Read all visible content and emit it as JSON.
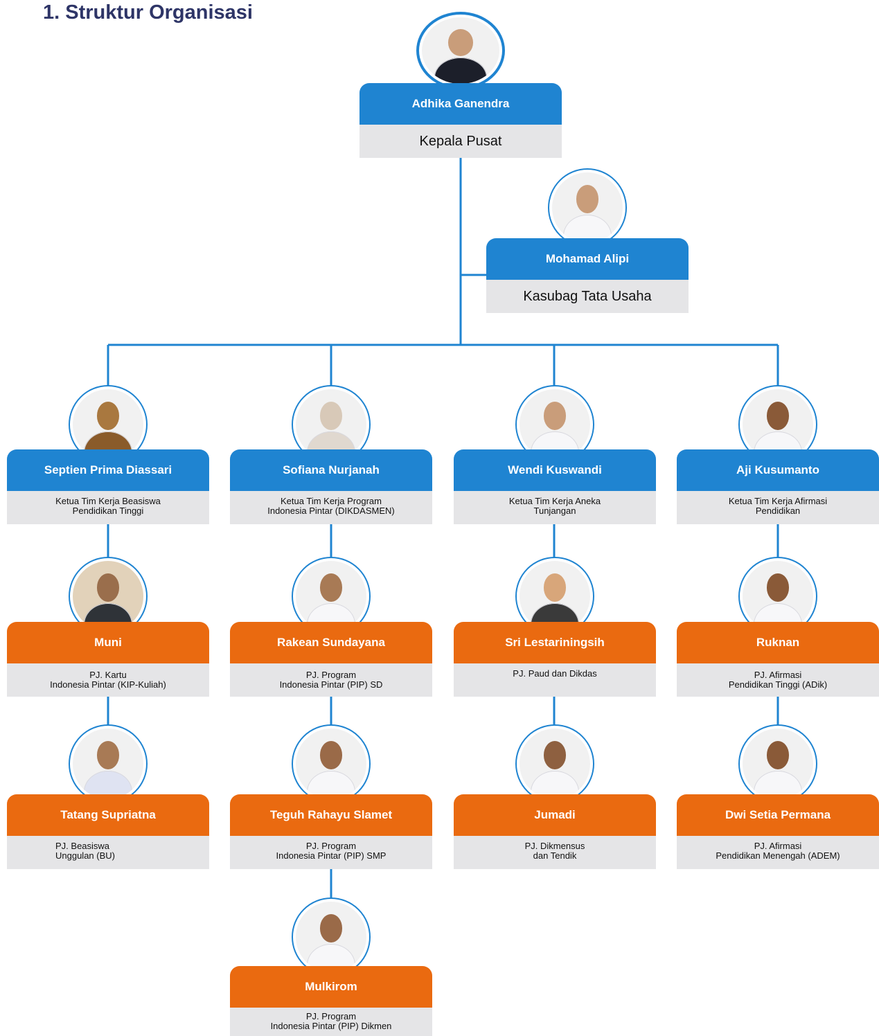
{
  "title": "1. Struktur Organisasi",
  "colors": {
    "blue": "#1f84d1",
    "orange": "#ea6a10",
    "role_bg": "#e5e5e7",
    "title": "#2e3567"
  },
  "head": {
    "name": "Adhika Ganendra",
    "role": "Kepala Pusat"
  },
  "admin": {
    "name": "Mohamad Alipi",
    "role": "Kasubag Tata Usaha"
  },
  "teams": [
    {
      "name": "Septien Prima Diassari",
      "role": "Ketua Tim Kerja Beasiswa\nPendidikan Tinggi"
    },
    {
      "name": "Sofiana Nurjanah",
      "role": "Ketua Tim Kerja  Program\nIndonesia Pintar (DIKDASMEN)"
    },
    {
      "name": "Wendi Kuswandi",
      "role": "Ketua Tim Kerja Aneka\nTunjangan"
    },
    {
      "name": "Aji Kusumanto",
      "role": "Ketua Tim Kerja Afirmasi\nPendidikan"
    }
  ],
  "staff": [
    [
      {
        "name": "Muni",
        "role": "PJ. Kartu\nIndonesia Pintar (KIP-Kuliah)"
      },
      {
        "name": "Tatang Supriatna",
        "role": "PJ. Beasiswa\nUnggulan (BU)"
      }
    ],
    [
      {
        "name": "Rakean Sundayana",
        "role": "PJ. Program\nIndonesia Pintar (PIP) SD"
      },
      {
        "name": "Teguh Rahayu Slamet",
        "role": "PJ. Program\nIndonesia Pintar (PIP) SMP"
      },
      {
        "name": "Mulkirom",
        "role": "PJ.  Program\nIndonesia Pintar (PIP) Dikmen"
      }
    ],
    [
      {
        "name": "Sri Lestariningsih",
        "role": "PJ. Paud dan Dikdas"
      },
      {
        "name": "Jumadi",
        "role": "PJ. Dikmensus\ndan Tendik"
      }
    ],
    [
      {
        "name": "Ruknan",
        "role": "PJ.  Afirmasi\nPendidikan Tinggi (ADik)"
      },
      {
        "name": "Dwi Setia Permana",
        "role": "PJ. Afirmasi\nPendidikan Menengah (ADEM)"
      }
    ]
  ]
}
